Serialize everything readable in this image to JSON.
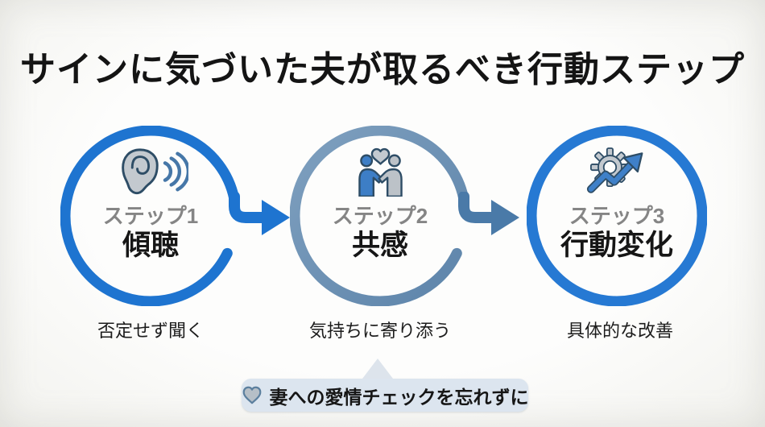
{
  "title": "サインに気づいた夫が取るべき行動ステップ",
  "steps": [
    {
      "label": "ステップ1",
      "name": "傾聴",
      "caption": "否定せず聞く",
      "icon": "ear-listening-icon"
    },
    {
      "label": "ステップ2",
      "name": "共感",
      "caption": "気持ちに寄り添う",
      "icon": "empathy-people-icon"
    },
    {
      "label": "ステップ3",
      "name": "行動変化",
      "caption": "具体的な改善",
      "icon": "gear-growth-arrow-icon"
    }
  ],
  "footer": {
    "icon": "heart-icon",
    "text": "妻への愛情チェックを忘れずに"
  },
  "colors": {
    "accent_blue": "#1e74d0",
    "steel_blue": "#6a8fb2",
    "arrow_secondary_blue": "#4a7aa8",
    "step_label_gray": "#858585",
    "banner_background": "#dce5ef",
    "icon_gray": "#c3c9cf",
    "icon_outline": "#2e4d66",
    "text_black": "#161616",
    "page_background": "#fbfbf9"
  }
}
